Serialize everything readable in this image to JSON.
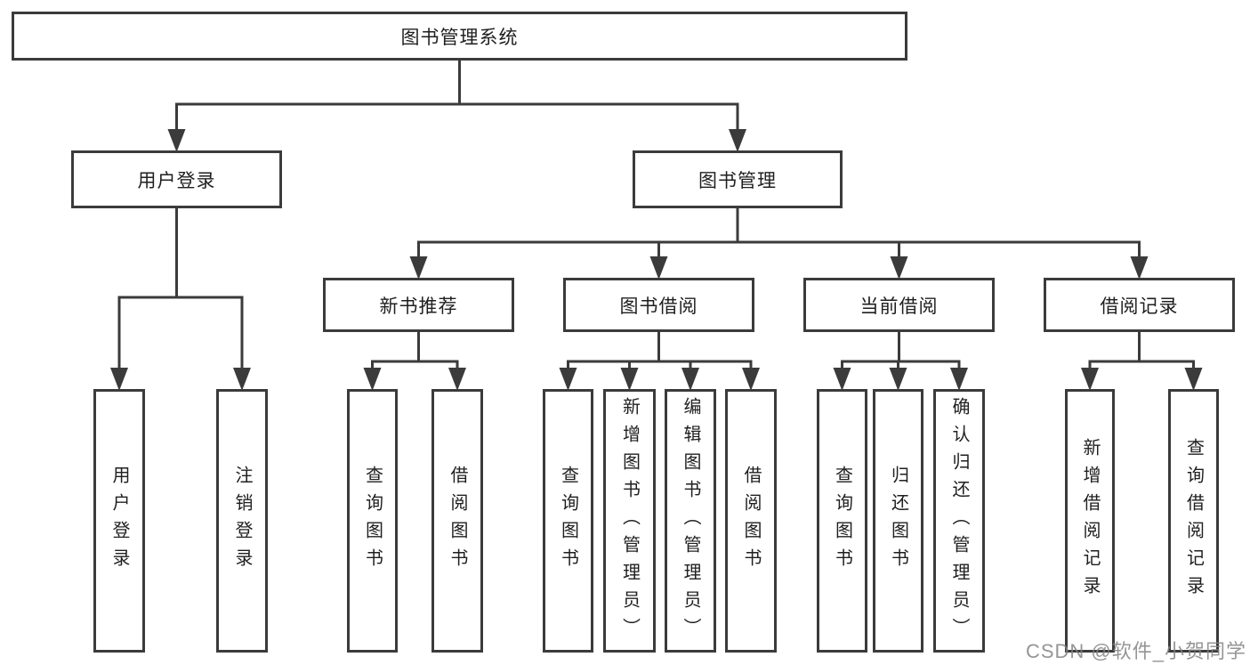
{
  "nodes": {
    "root": {
      "label": "图书管理系统",
      "children": [
        "user_login",
        "book_mgmt"
      ]
    },
    "user_login": {
      "label": "用户登录",
      "children": [
        "leaf_user_login",
        "leaf_logout"
      ]
    },
    "book_mgmt": {
      "label": "图书管理",
      "children": [
        "new_book_rec",
        "book_borrow",
        "current_borrow",
        "borrow_records"
      ]
    },
    "new_book_rec": {
      "label": "新书推荐",
      "children": [
        "nbr_query",
        "nbr_borrow"
      ]
    },
    "book_borrow": {
      "label": "图书借阅",
      "children": [
        "bb_query",
        "bb_add",
        "bb_edit",
        "bb_borrow"
      ]
    },
    "current_borrow": {
      "label": "当前借阅",
      "children": [
        "cb_query",
        "cb_return",
        "cb_confirm"
      ]
    },
    "borrow_records": {
      "label": "借阅记录",
      "children": [
        "br_add",
        "br_query"
      ]
    },
    "leaf_user_login": {
      "label": "用户登录"
    },
    "leaf_logout": {
      "label": "注销登录"
    },
    "nbr_query": {
      "label": "查询图书"
    },
    "nbr_borrow": {
      "label": "借阅图书"
    },
    "bb_query": {
      "label": "查询图书"
    },
    "bb_add": {
      "label": "新增图书（管理员）"
    },
    "bb_edit": {
      "label": "编辑图书（管理员）"
    },
    "bb_borrow": {
      "label": "借阅图书"
    },
    "cb_query": {
      "label": "查询图书"
    },
    "cb_return": {
      "label": "归还图书"
    },
    "cb_confirm": {
      "label": "确认归还（管理员）"
    },
    "br_add": {
      "label": "新增借阅记录"
    },
    "br_query": {
      "label": "查询借阅记录"
    }
  },
  "watermark": {
    "text": "CSDN @软件_小贺同学"
  },
  "colors": {
    "line": "#3b3b3b",
    "box_border": "#3b3b3b",
    "text": "#1f1f1f",
    "watermark": "#828282",
    "background": "#ffffff"
  }
}
